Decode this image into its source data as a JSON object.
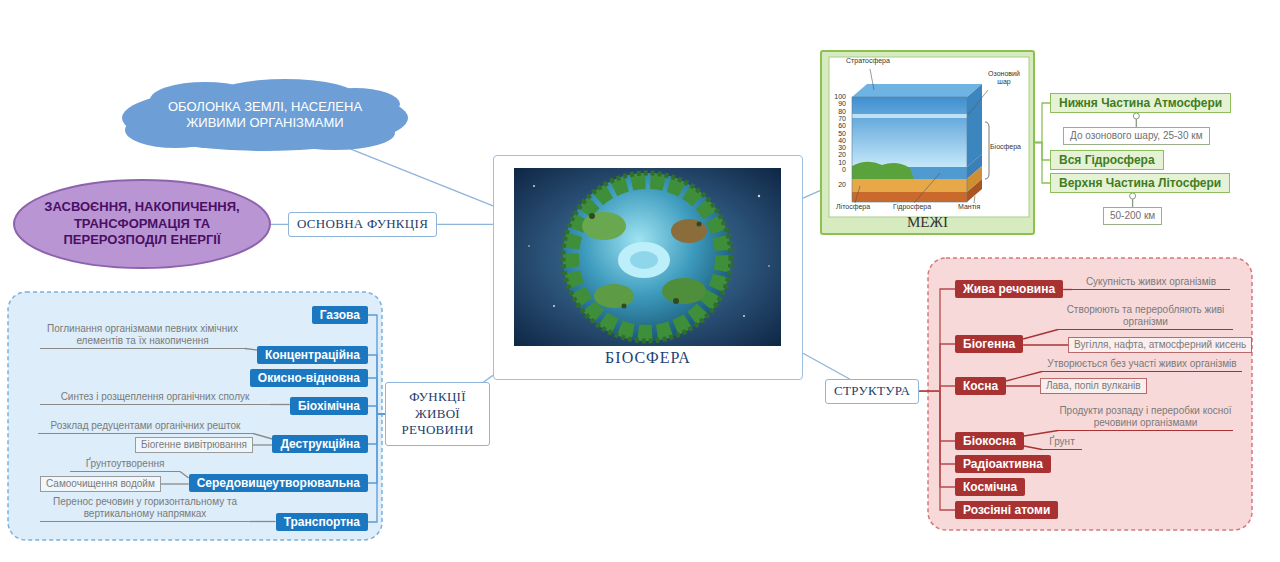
{
  "diagram": {
    "nodes": [
      {
        "text": [
          "ОБОЛОНКА ЗЕМЛІ, НАСЕЛЕНА ЖИВИМИ ОРГАНІЗМАМИ"
        ]
      },
      {
        "text": [
          "ЗАСВОЄННЯ, НАКОПИЧЕННЯ, ТРАНСФОРМАЦІЯ ТА ПЕРЕРОЗПОДІЛ ЕНЕРГІЇ"
        ]
      },
      {
        "text": [
          "ОСНОВНА ФУНКЦІЯ"
        ]
      },
      {
        "text": [
          "БІОСФЕРА"
        ]
      },
      {
        "text": [
          "МЕЖІ"
        ]
      },
      {
        "text": [
          "Нижня Частина Атмосфери"
        ]
      },
      {
        "text": [
          "До озонового шару, 25-30 км"
        ]
      },
      {
        "text": [
          "Вся Гідросфера"
        ]
      },
      {
        "text": [
          "Верхня Частина Літосфери"
        ]
      },
      {
        "text": [
          "50-200 км"
        ]
      },
      {
        "text": [
          "ФУНКЦІЇ ЖИВОЇ РЕЧОВИНИ"
        ]
      },
      {
        "text": [
          "Газова"
        ]
      },
      {
        "text": [
          "Поглинання організмами певних хімічних елементів та їх накопичення"
        ]
      },
      {
        "text": [
          "Концентраційна"
        ]
      },
      {
        "text": [
          "Окисно-відновна"
        ]
      },
      {
        "text": [
          "Синтез і розщеплення органічних сполук"
        ]
      },
      {
        "text": [
          "Біохімічна"
        ]
      },
      {
        "text": [
          "Розклад редуцентами органічних решток"
        ]
      },
      {
        "text": [
          "Біогенне вивітрювання"
        ]
      },
      {
        "text": [
          "Деструкційна"
        ]
      },
      {
        "text": [
          "Ґрунтоутворення"
        ]
      },
      {
        "text": [
          "Самоочищення водойм"
        ]
      },
      {
        "text": [
          "Середовищеутворювальна"
        ]
      },
      {
        "text": [
          "Перенос речовин у горизонтальному та вертикальному напрямках"
        ]
      },
      {
        "text": [
          "Транспортна"
        ]
      },
      {
        "text": [
          "СТРУКТУРА"
        ]
      },
      {
        "text": [
          "Жива речовина"
        ]
      },
      {
        "text": [
          "Сукупність живих організмів"
        ]
      },
      {
        "text": [
          "Біогенна"
        ]
      },
      {
        "text": [
          "Створюють та переробляють живі організми"
        ]
      },
      {
        "text": [
          "Вугілля, нафта, атмосферний кисень"
        ]
      },
      {
        "text": [
          "Косна"
        ]
      },
      {
        "text": [
          "Утворюється без участі живих організмів"
        ]
      },
      {
        "text": [
          "Лава, попіл вулканів"
        ]
      },
      {
        "text": [
          "Біокосна"
        ]
      },
      {
        "text": [
          "Продукти розпаду і переробки косної речовини організмами"
        ]
      },
      {
        "text": [
          "Ґрунт"
        ]
      },
      {
        "text": [
          "Радіоактивна"
        ]
      },
      {
        "text": [
          "Космічна"
        ]
      },
      {
        "text": [
          "Розсіяні атоми"
        ]
      }
    ],
    "edges": [
      {
        "from": 0,
        "to": 3,
        "arrow": "none"
      },
      {
        "from": 1,
        "to": 2,
        "arrow": "none"
      },
      {
        "from": 2,
        "to": 3,
        "arrow": "none"
      },
      {
        "from": 3,
        "to": 4,
        "arrow": "none"
      },
      {
        "from": 4,
        "to": 5,
        "arrow": "none"
      },
      {
        "from": 5,
        "to": 6,
        "arrow": "none"
      },
      {
        "from": 4,
        "to": 7,
        "arrow": "none"
      },
      {
        "from": 4,
        "to": 8,
        "arrow": "none"
      },
      {
        "from": 8,
        "to": 9,
        "arrow": "none"
      },
      {
        "from": 3,
        "to": 10,
        "arrow": "none"
      },
      {
        "from": 10,
        "to": 11,
        "arrow": "none"
      },
      {
        "from": 10,
        "to": 13,
        "arrow": "none"
      },
      {
        "from": 13,
        "to": 12,
        "arrow": "none"
      },
      {
        "from": 10,
        "to": 14,
        "arrow": "none"
      },
      {
        "from": 10,
        "to": 16,
        "arrow": "none"
      },
      {
        "from": 16,
        "to": 15,
        "arrow": "none"
      },
      {
        "from": 10,
        "to": 19,
        "arrow": "none"
      },
      {
        "from": 19,
        "to": 17,
        "arrow": "none"
      },
      {
        "from": 19,
        "to": 18,
        "arrow": "none"
      },
      {
        "from": 10,
        "to": 22,
        "arrow": "none"
      },
      {
        "from": 22,
        "to": 20,
        "arrow": "none"
      },
      {
        "from": 22,
        "to": 21,
        "arrow": "none"
      },
      {
        "from": 10,
        "to": 24,
        "arrow": "none"
      },
      {
        "from": 24,
        "to": 23,
        "arrow": "none"
      },
      {
        "from": 3,
        "to": 25,
        "arrow": "none"
      },
      {
        "from": 25,
        "to": 26,
        "arrow": "none"
      },
      {
        "from": 26,
        "to": 27,
        "arrow": "none"
      },
      {
        "from": 25,
        "to": 28,
        "arrow": "none"
      },
      {
        "from": 28,
        "to": 29,
        "arrow": "none"
      },
      {
        "from": 28,
        "to": 30,
        "arrow": "none"
      },
      {
        "from": 25,
        "to": 31,
        "arrow": "none"
      },
      {
        "from": 31,
        "to": 32,
        "arrow": "none"
      },
      {
        "from": 31,
        "to": 33,
        "arrow": "none"
      },
      {
        "from": 25,
        "to": 34,
        "arrow": "none"
      },
      {
        "from": 34,
        "to": 35,
        "arrow": "none"
      },
      {
        "from": 34,
        "to": 36,
        "arrow": "none"
      },
      {
        "from": 25,
        "to": 37,
        "arrow": "none"
      },
      {
        "from": 25,
        "to": 38,
        "arrow": "none"
      },
      {
        "from": 25,
        "to": 39,
        "arrow": "none"
      }
    ],
    "labels": [
      "Стратосфера",
      "Озоновий шар",
      "100",
      "90",
      "80",
      "70",
      "60",
      "50",
      "40",
      "30",
      "20",
      "10",
      "0",
      "20",
      "Біосфера",
      "Літосфера",
      "Гідросфера",
      "Мантія"
    ]
  }
}
